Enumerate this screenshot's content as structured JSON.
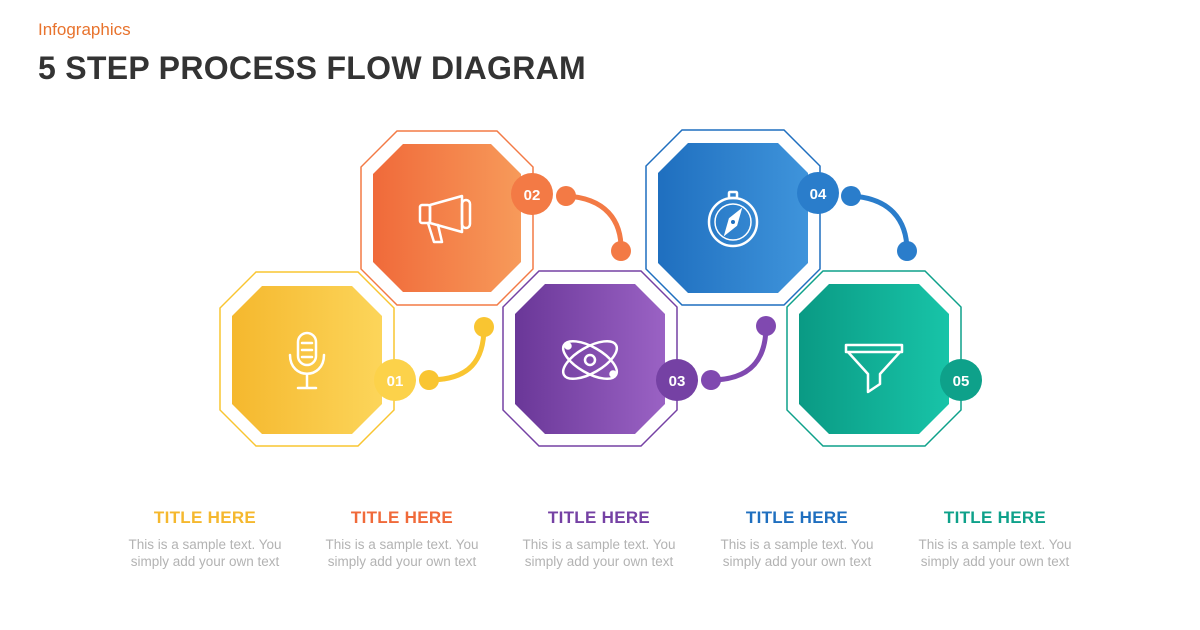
{
  "header": {
    "kicker": "Infographics",
    "title": "5 STEP PROCESS FLOW DIAGRAM"
  },
  "steps": [
    {
      "number": "01",
      "icon": "microphone-icon",
      "color": "#f5b82e",
      "color_light": "#fcd55a",
      "title": "TITLE HERE",
      "text_line1": "This is a sample text. You",
      "text_line2": "simply add your own text"
    },
    {
      "number": "02",
      "icon": "megaphone-icon",
      "color": "#f06a3a",
      "color_light": "#f79a5a",
      "title": "TITLE HERE",
      "text_line1": "This is a sample text. You",
      "text_line2": "simply add your own text"
    },
    {
      "number": "03",
      "icon": "atom-icon",
      "color": "#7541a4",
      "color_light": "#9a62c4",
      "title": "TITLE HERE",
      "text_line1": "This is a sample text. You",
      "text_line2": "simply add your own text"
    },
    {
      "number": "04",
      "icon": "compass-icon",
      "color": "#1f6fbf",
      "color_light": "#3f94db",
      "title": "TITLE HERE",
      "text_line1": "This is a sample text. You",
      "text_line2": "simply add your own text"
    },
    {
      "number": "05",
      "icon": "funnel-icon",
      "color": "#0ea18a",
      "color_light": "#18c4a8",
      "title": "TITLE HERE",
      "text_line1": "This is a sample text. You",
      "text_line2": "simply add your own text"
    }
  ]
}
